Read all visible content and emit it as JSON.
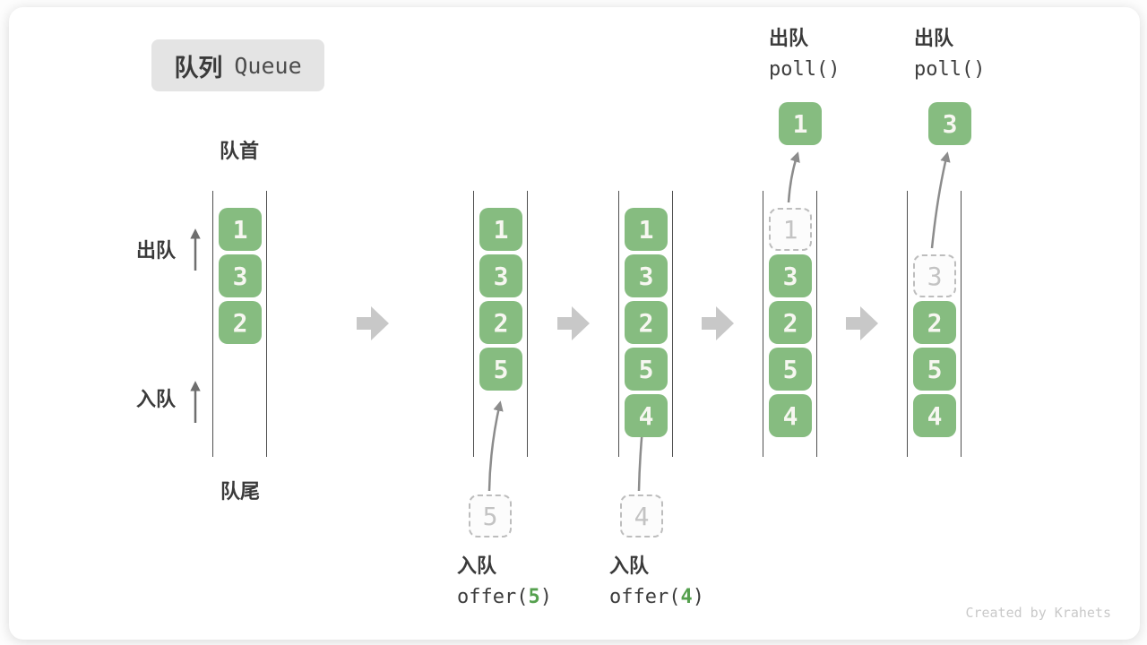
{
  "title": {
    "zh": "队列",
    "en": "Queue"
  },
  "side_labels": {
    "front": "队首",
    "rear": "队尾",
    "dequeue": "出队",
    "enqueue": "入队"
  },
  "operations": {
    "enqueue5": {
      "label": "入队",
      "code_pre": "offer(",
      "arg": "5",
      "code_post": ")"
    },
    "enqueue4": {
      "label": "入队",
      "code_pre": "offer(",
      "arg": "4",
      "code_post": ")"
    },
    "poll1": {
      "label": "出队",
      "code": "poll()"
    },
    "poll2": {
      "label": "出队",
      "code": "poll()"
    }
  },
  "states": [
    {
      "slots": [
        {
          "slot": 1,
          "value": "1",
          "type": "green"
        },
        {
          "slot": 2,
          "value": "3",
          "type": "green"
        },
        {
          "slot": 3,
          "value": "2",
          "type": "green"
        }
      ]
    },
    {
      "slots": [
        {
          "slot": 1,
          "value": "1",
          "type": "green"
        },
        {
          "slot": 2,
          "value": "3",
          "type": "green"
        },
        {
          "slot": 3,
          "value": "2",
          "type": "green"
        },
        {
          "slot": 4,
          "value": "5",
          "type": "green"
        }
      ],
      "ghost_below": "5"
    },
    {
      "slots": [
        {
          "slot": 1,
          "value": "1",
          "type": "green"
        },
        {
          "slot": 2,
          "value": "3",
          "type": "green"
        },
        {
          "slot": 3,
          "value": "2",
          "type": "green"
        },
        {
          "slot": 4,
          "value": "5",
          "type": "green"
        },
        {
          "slot": 5,
          "value": "4",
          "type": "green"
        }
      ],
      "ghost_below": "4"
    },
    {
      "slots": [
        {
          "slot": 1,
          "value": "1",
          "type": "ghost"
        },
        {
          "slot": 2,
          "value": "3",
          "type": "green"
        },
        {
          "slot": 3,
          "value": "2",
          "type": "green"
        },
        {
          "slot": 4,
          "value": "5",
          "type": "green"
        },
        {
          "slot": 5,
          "value": "4",
          "type": "green"
        }
      ],
      "result_above": "1"
    },
    {
      "slots": [
        {
          "slot": 2,
          "value": "3",
          "type": "ghost"
        },
        {
          "slot": 3,
          "value": "2",
          "type": "green"
        },
        {
          "slot": 4,
          "value": "5",
          "type": "green"
        },
        {
          "slot": 5,
          "value": "4",
          "type": "green"
        }
      ],
      "result_above": "3"
    }
  ],
  "watermark": "Created by Krahets",
  "colors": {
    "block_green": "#86bc80",
    "block_text": "#f7f7f1",
    "ghost_border": "#bdbdbd",
    "ghost_text": "#c3c3c3",
    "code_accent": "#55a04e",
    "flow_arrow": "#c8c8c8",
    "thin_arrow": "#8c8c8c"
  }
}
